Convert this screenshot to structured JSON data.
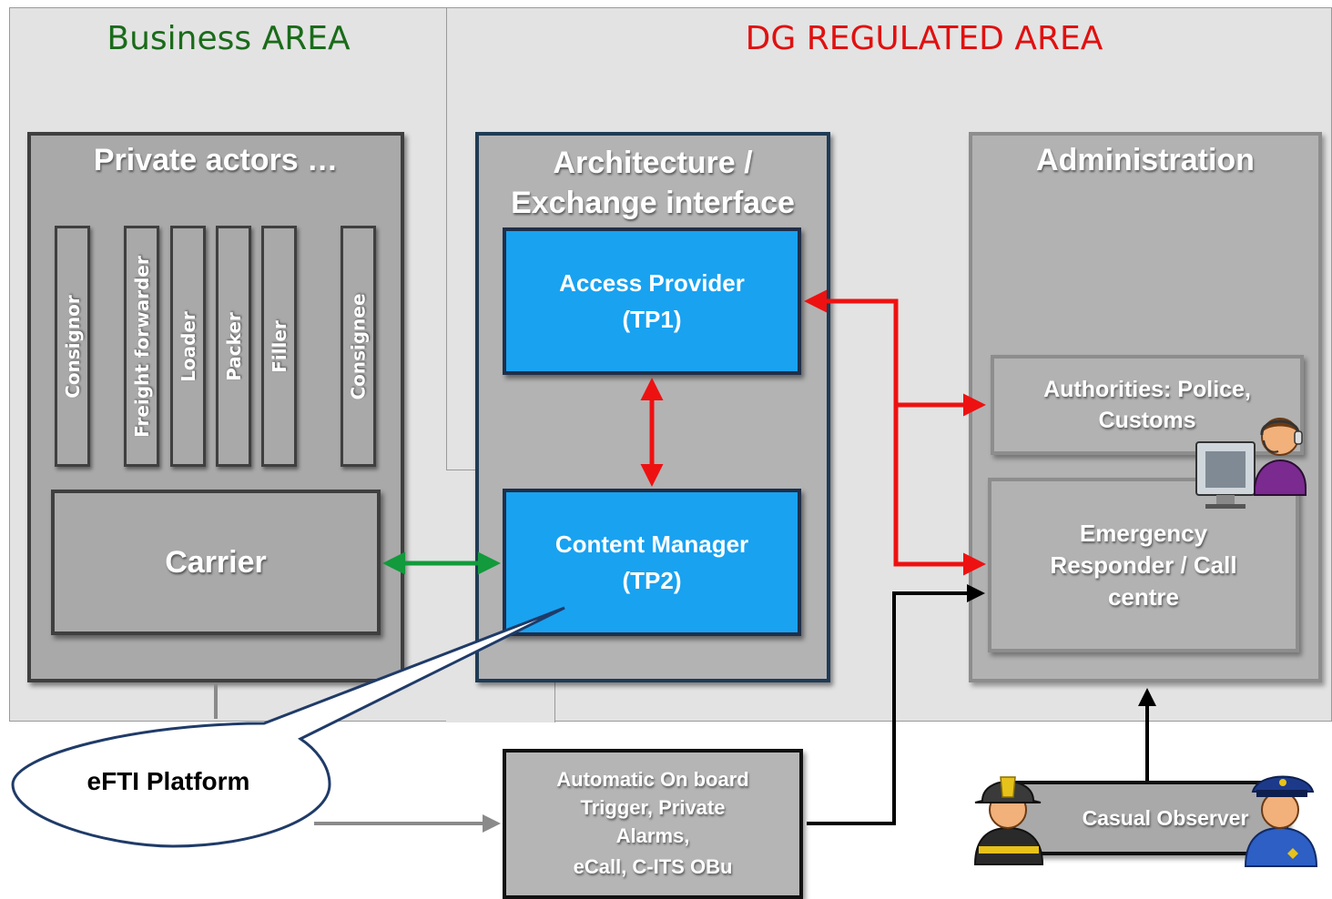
{
  "areas": {
    "business": {
      "title": "Business AREA",
      "color": "#1a6b1a"
    },
    "regulated": {
      "title": "DG REGULATED AREA",
      "color": "#e01010"
    }
  },
  "private_actors": {
    "title": "Private actors …",
    "roles": [
      "Consignor",
      "Freight forwarder",
      "Loader",
      "Packer",
      "Filler",
      "Consignee"
    ],
    "carrier": "Carrier"
  },
  "architecture": {
    "title_line1": "Architecture /",
    "title_line2": "Exchange interface",
    "access_provider": {
      "line1": "Access Provider",
      "line2": "(TP1)"
    },
    "content_manager": {
      "line1": "Content Manager",
      "line2": "(TP2)"
    }
  },
  "administration": {
    "title": "Administration",
    "authorities": {
      "line1": "Authorities: Police,",
      "line2": "Customs"
    },
    "emergency": {
      "line1": "Emergency",
      "line2": "Responder / Call",
      "line3": "centre"
    }
  },
  "callout": {
    "label": "eFTI Platform"
  },
  "onboard": {
    "line1": "Automatic On board",
    "line2": "Trigger, Private",
    "line3": "Alarms,",
    "line4": "eCall, C-ITS OBu"
  },
  "observer": {
    "label": "Casual Observer"
  },
  "icons": [
    "operator-headset-icon",
    "firefighter-icon",
    "police-officer-icon"
  ],
  "colors": {
    "red_arrow": "#ee1111",
    "green_arrow": "#129a3c",
    "blue_box": "#19a2f0",
    "black_arrow": "#000000",
    "gray_arrow": "#8a8a8a"
  }
}
